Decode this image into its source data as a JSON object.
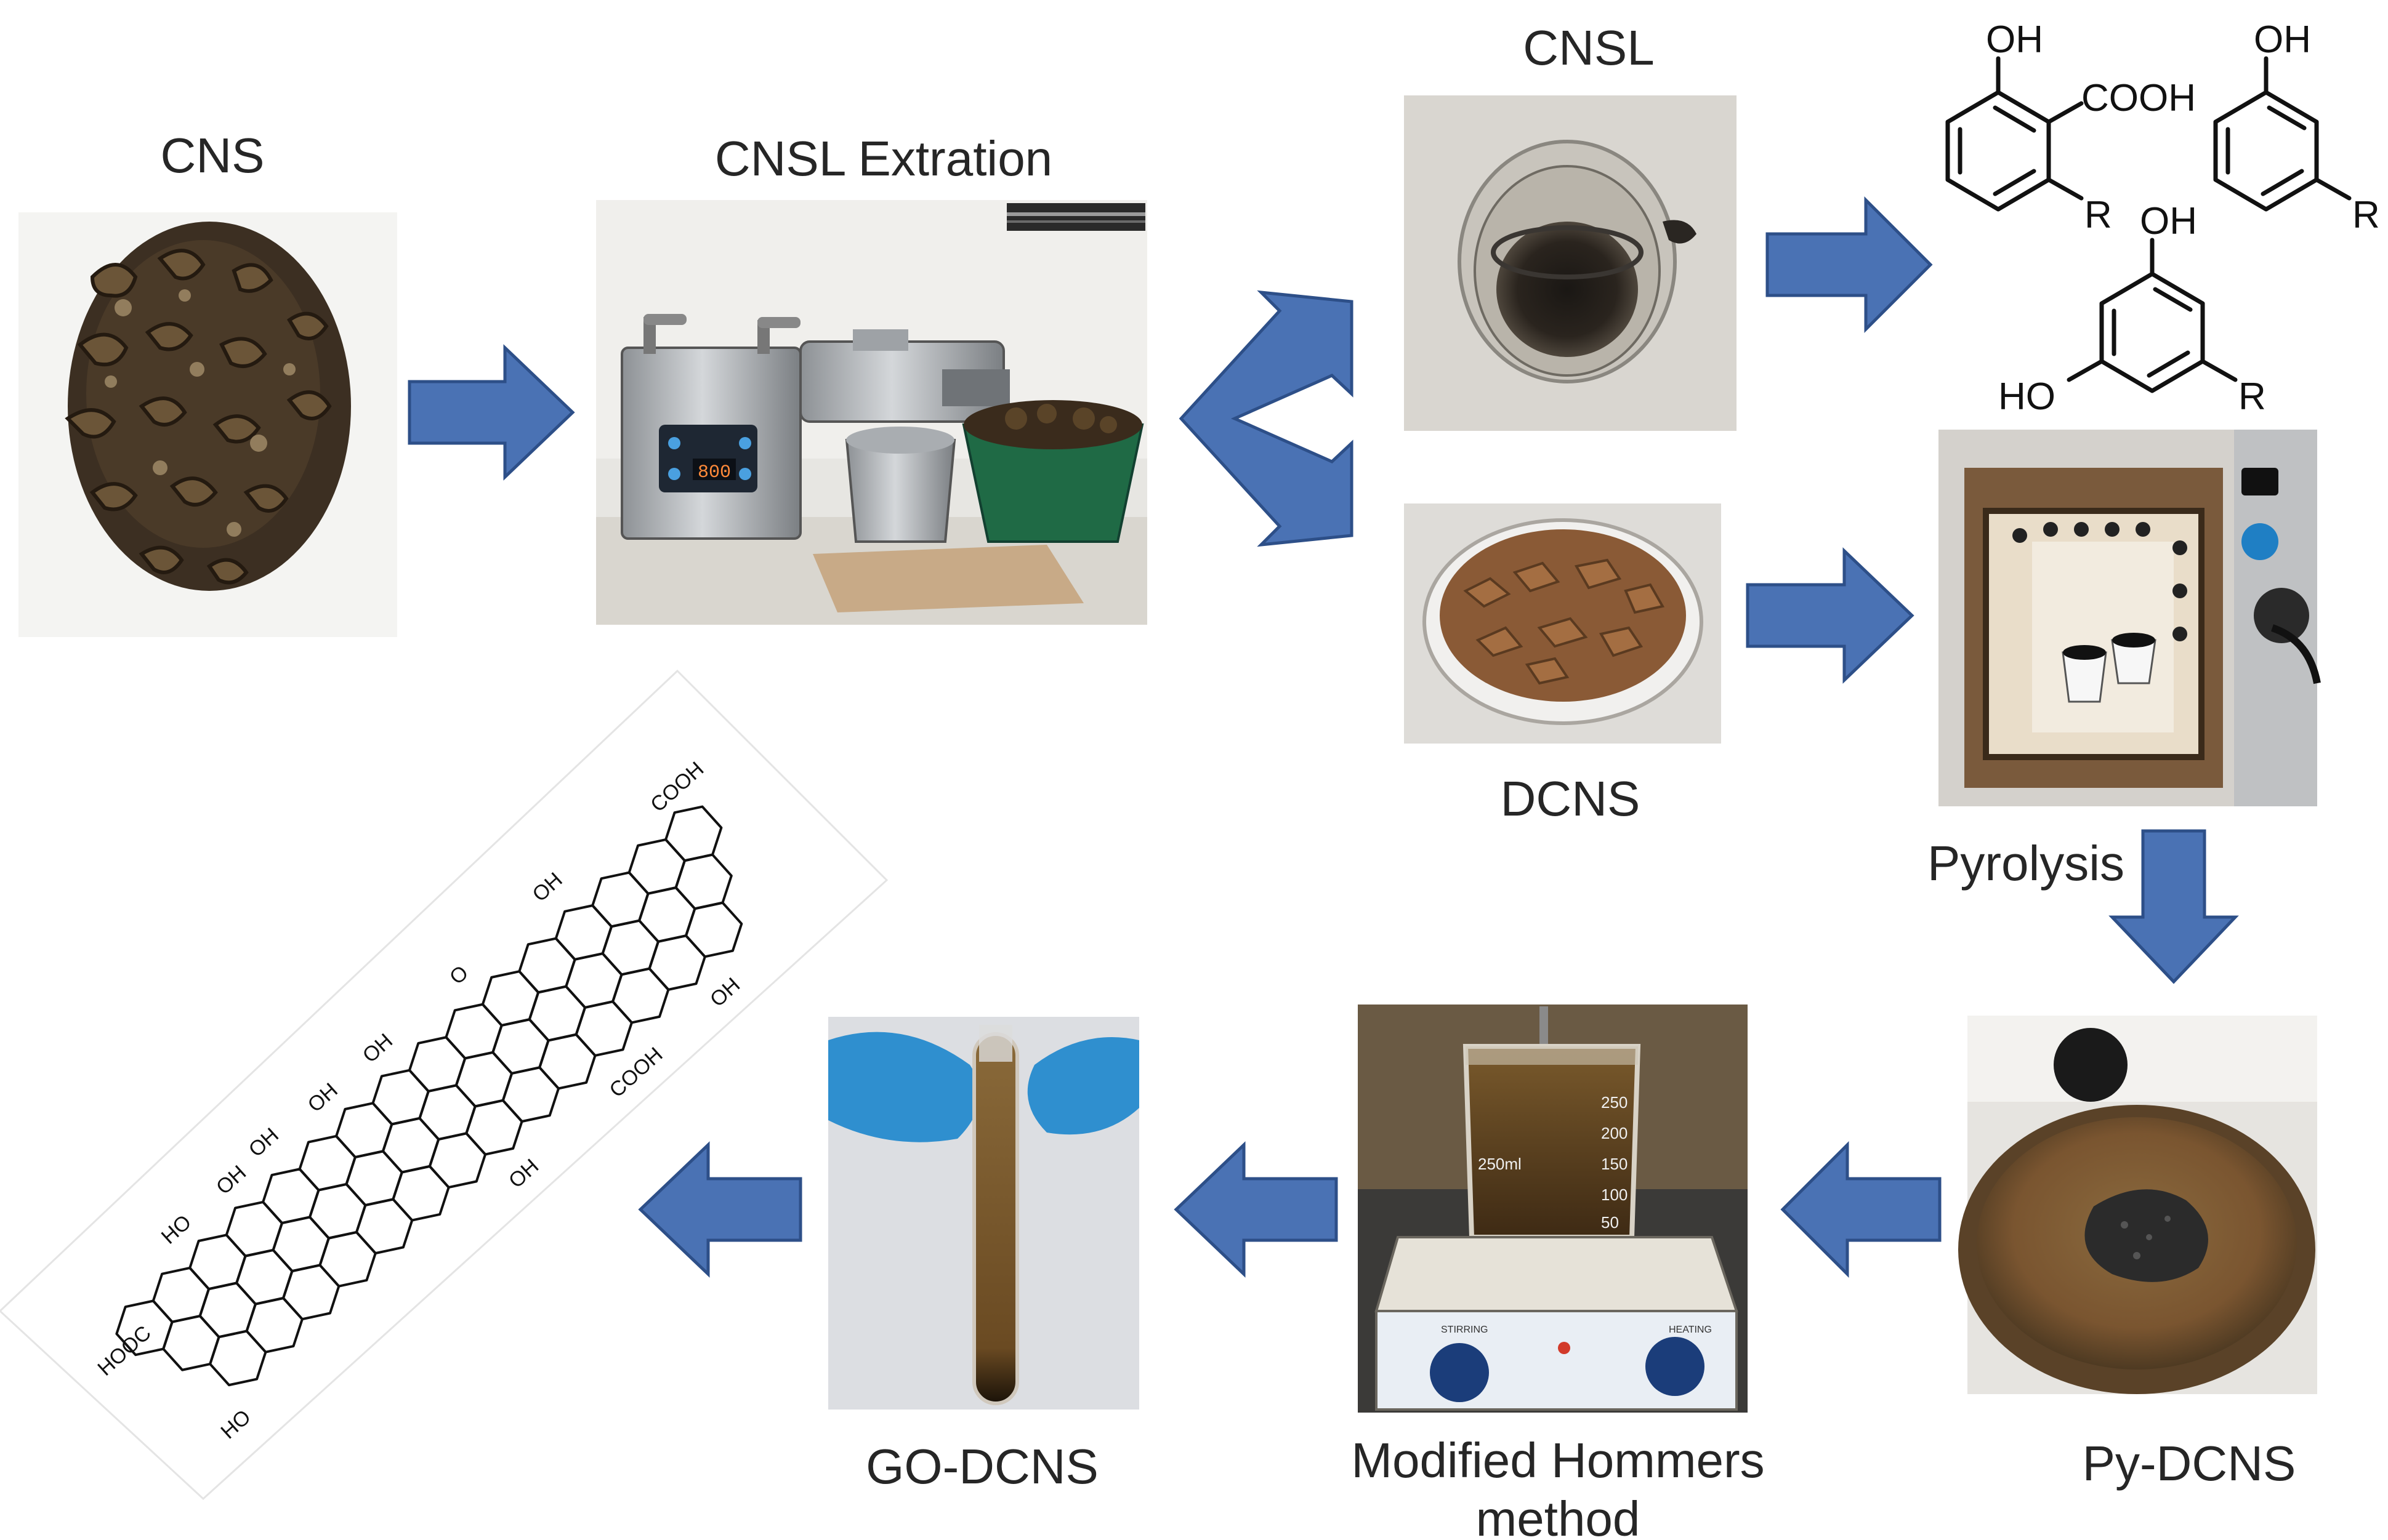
{
  "labels": {
    "cns": "CNS",
    "cnsl_extraction": "CNSL Extration",
    "cnsl": "CNSL",
    "dcns": "DCNS",
    "pyrolysis": "Pyrolysis",
    "py_dcns": "Py-DCNS",
    "modified_hommers_1": "Modified Hommers",
    "modified_hommers_2": "method",
    "go_dcns": "GO-DCNS"
  },
  "chemistry": {
    "oh": "OH",
    "cooh": "COOH",
    "r": "R",
    "ho": "HO",
    "hooc": "HOOC",
    "o": "O"
  },
  "machine_display": "800",
  "beaker_marks": [
    "250",
    "200",
    "150",
    "100",
    "50",
    "250ml"
  ],
  "hotplate_labels": [
    "STIRRING",
    "HEATING"
  ],
  "colors": {
    "arrow": "#4a72b4",
    "label": "#262626"
  }
}
